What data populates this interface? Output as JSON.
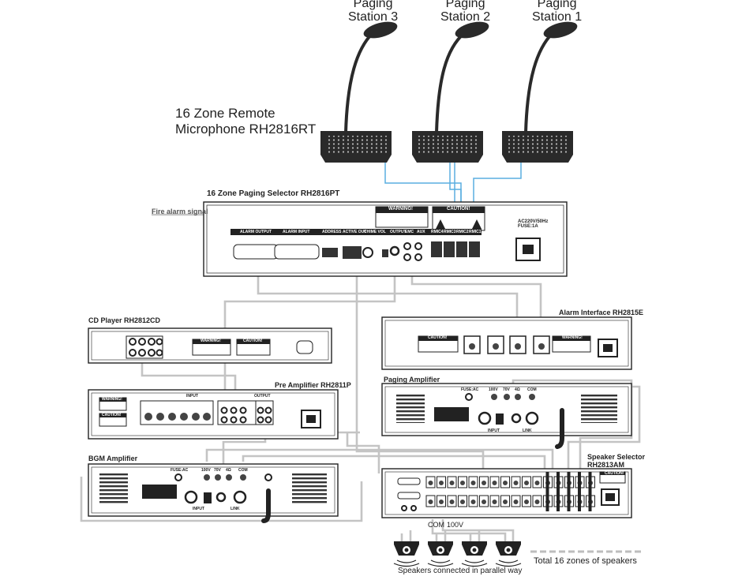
{
  "stations": [
    "Paging\nStation 3",
    "Paging\nStation 2",
    "Paging\nStation 1"
  ],
  "remote_mic_title": "16 Zone Remote\nMicrophone RH2816RT",
  "paging_selector": {
    "title": "16 Zone Paging Selector RH2816PT",
    "fire_alarm": "Fire alarm signal",
    "ports": [
      "ALARM OUTPUT",
      "ALARM INPUT",
      "ADDRESS",
      "ACTIVE OUT",
      "CHIME VOL",
      "OUTPUT",
      "EMC",
      "AUX",
      "RMIC4",
      "RMIC3",
      "RMIC2",
      "RMIC1"
    ],
    "warning": "WARNING!",
    "caution": "CAUTION!",
    "power": "AC220V/50Hz\nFUSE:1A"
  },
  "cd_player": {
    "title": "CD Player RH2812CD",
    "warning": "WARNING!",
    "caution": "CAUTION!"
  },
  "pre_amp": {
    "title": "Pre Amplifier RH2811P",
    "input": "INPUT",
    "output": "OUTPUT",
    "warning": "WARNING!",
    "caution": "CAUTION!"
  },
  "alarm_interface": {
    "title": "Alarm Interface RH2815E",
    "caution": "CAUTION!",
    "warning": "WARNING!"
  },
  "paging_amp": {
    "title": "Paging Amplifier",
    "taps": [
      "100V",
      "70V",
      "4Ω",
      "COM"
    ],
    "fuse": "FUSE:AC",
    "input": "INPUT",
    "link": "LINK"
  },
  "bgm_amp": {
    "title": "BGM Amplifier",
    "taps": [
      "100V",
      "70V",
      "4Ω",
      "COM"
    ],
    "fuse": "FUSE:AC",
    "input": "INPUT",
    "link": "LINK"
  },
  "speaker_selector": {
    "title": "Speaker Selector\nRH2813AM",
    "caution": "CAUTION!"
  },
  "bottom": {
    "com_label": "COM",
    "v_label": "100V",
    "parallel": "Speakers connected in parallel way",
    "total": "Total 16 zones of speakers"
  },
  "colors": {
    "blue_cable": "#5aaee0",
    "grey_cable": "#bdbdbd",
    "device": "#222222"
  }
}
